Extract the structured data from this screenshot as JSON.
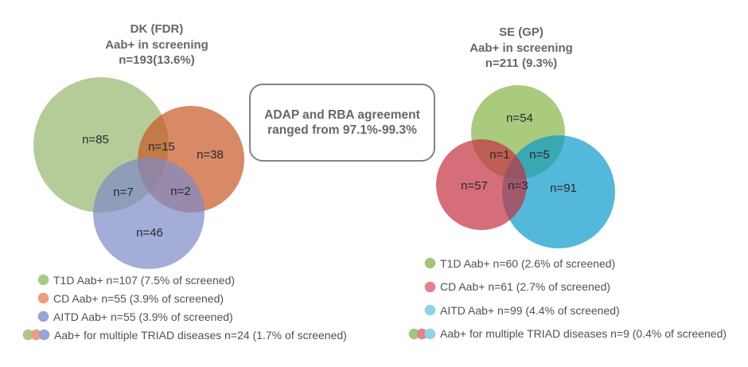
{
  "colors": {
    "background": "#ffffff",
    "title_text": "#63676d",
    "number_text": "#27292c",
    "legend_text": "#4f5257",
    "callout_border": "#808386",
    "left": {
      "t1d_fill": "#97b66c",
      "cd_fill": "#c75826",
      "aitd_fill": "#7d8ac7",
      "legend_t1d": "#a9c98a",
      "legend_cd": "#ee9c7f",
      "legend_aitd": "#98a3d8"
    },
    "right": {
      "t1d_fill": "#86b347",
      "cd_fill": "#c3313e",
      "aitd_fill": "#0a9acb",
      "legend_t1d": "#a2c77b",
      "legend_cd": "#e28490",
      "legend_aitd": "#92d2e8"
    }
  },
  "left_panel": {
    "title": [
      "DK (FDR)",
      "Aab+ in screening",
      "n=193(13.6%)"
    ],
    "regions": {
      "t1d_only": "n=85",
      "t1d_cd": "n=15",
      "cd_only": "n=38",
      "t1d_aitd": "n=7",
      "cd_aitd": "n=2",
      "aitd_only": "n=46"
    },
    "legend": [
      {
        "label": "T1D Aab+ n=107 (7.5% of screened)"
      },
      {
        "label": "CD Aab+ n=55 (3.9% of screened)"
      },
      {
        "label": "AITD Aab+ n=55 (3.9% of screened)"
      },
      {
        "label": "Aab+ for multiple TRIAD diseases n=24 (1.7% of screened)"
      }
    ]
  },
  "right_panel": {
    "title": [
      "SE (GP)",
      "Aab+ in screening",
      "n=211 (9.3%)"
    ],
    "regions": {
      "t1d_only": "n=54",
      "t1d_cd": "n=1",
      "t1d_aitd": "n=5",
      "cd_only": "n=57",
      "cd_aitd": "n=3",
      "aitd_only": "n=91"
    },
    "legend": [
      {
        "label": "T1D Aab+ n=60 (2.6% of screened)"
      },
      {
        "label": "CD Aab+ n=61 (2.7% of screened)"
      },
      {
        "label": "AITD Aab+ n=99 (4.4% of screened)"
      },
      {
        "label": "Aab+ for multiple TRIAD diseases n=9 (0.4% of screened)"
      }
    ]
  },
  "callout": {
    "line1": "ADAP and RBA agreement",
    "line2": "ranged from 97.1%-99.3%"
  }
}
